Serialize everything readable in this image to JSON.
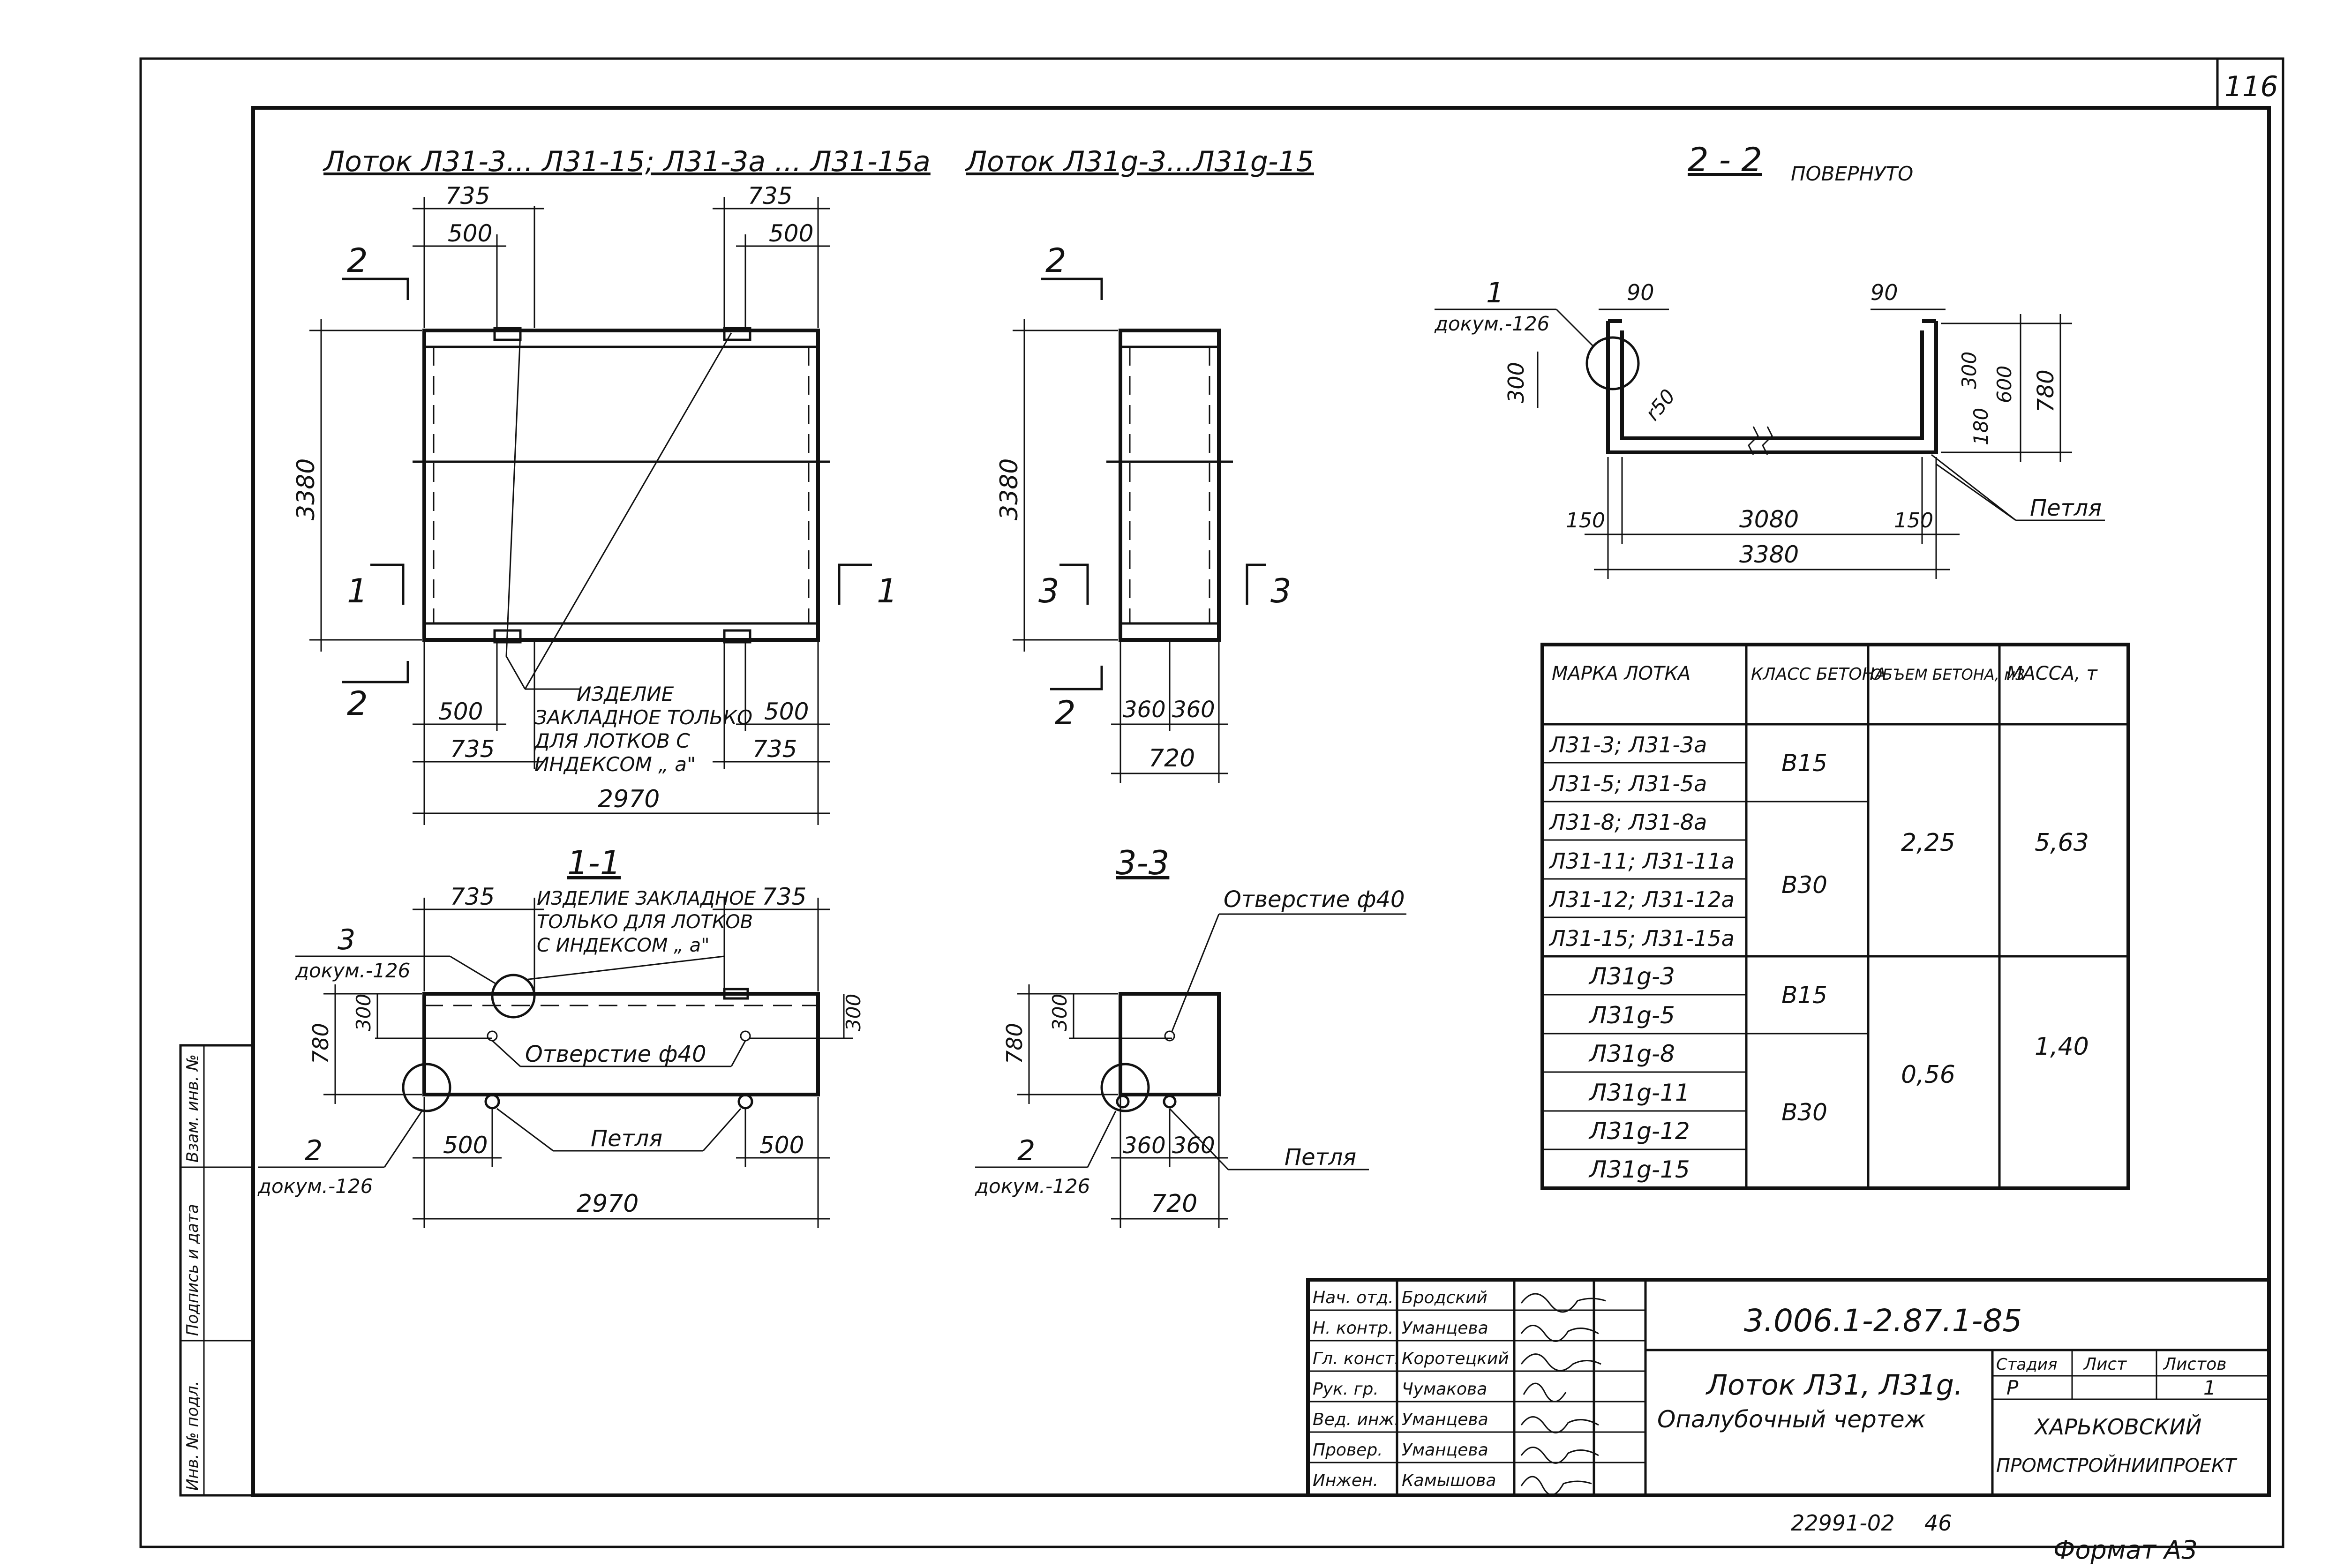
{
  "sheet_number": "116",
  "titles": {
    "view_a": "Лоток Л31-3... Л31-15; Л31-3а ... Л31-15а",
    "view_b": "Лоток Л31g-3...Л31g-15",
    "view_c": "2 - 2",
    "view_c_note": "ПОВЕРНУТО",
    "sec_1": "1-1",
    "sec_3": "3-3"
  },
  "view_a": {
    "dim_top_left_outer": "735",
    "dim_top_left_inner": "500",
    "dim_top_right_outer": "735",
    "dim_top_right_inner": "500",
    "dim_height": "3380",
    "dim_bot_left_inner": "500",
    "dim_bot_left_outer": "735",
    "dim_bot_right_inner": "500",
    "dim_bot_right_outer": "735",
    "dim_total": "2970",
    "cut_2": "2",
    "cut_1": "1",
    "note": [
      "ИЗДЕЛИЕ",
      "ЗАКЛАДНОЕ ТОЛЬКО",
      "ДЛЯ ЛОТКОВ С",
      "ИНДЕКСОМ „ а\""
    ]
  },
  "view_b": {
    "dim_height": "3380",
    "dim_half_left": "360",
    "dim_half_right": "360",
    "dim_total": "720",
    "cut_2": "2",
    "cut_3": "3"
  },
  "view_c": {
    "callout_num": "1",
    "callout_doc": "докум.-126",
    "dim_90_left": "90",
    "dim_90_right": "90",
    "dim_300_left": "300",
    "dim_r50": "r50",
    "dim_300_right": "300",
    "dim_600": "600",
    "dim_180": "180",
    "dim_780": "780",
    "dim_150_left": "150",
    "dim_inner": "3080",
    "dim_150_right": "150",
    "dim_total": "3380",
    "loop_label": "Петля"
  },
  "sec_1": {
    "dim_735_left": "735",
    "dim_735_right": "735",
    "note": [
      "ИЗДЕЛИЕ ЗАКЛАДНОЕ",
      "ТОЛЬКО ДЛЯ ЛОТКОВ",
      "С ИНДЕКСОМ „ а\""
    ],
    "callout3_num": "3",
    "callout3_doc": "докум.-126",
    "dim_780": "780",
    "dim_300_left": "300",
    "dim_300_right": "300",
    "hole_label": "Отверстие ф40",
    "loop_label": "Петля",
    "callout2_num": "2",
    "callout2_doc": "докум.-126",
    "dim_500_left": "500",
    "dim_500_right": "500",
    "dim_total": "2970"
  },
  "sec_3": {
    "hole_label": "Отверстие ф40",
    "dim_780": "780",
    "dim_300": "300",
    "callout2_num": "2",
    "callout2_doc": "докум.-126",
    "dim_half_left": "360",
    "dim_half_right": "360",
    "dim_total": "720",
    "loop_label": "Петля"
  },
  "spec_table": {
    "headers": [
      "МАРКА ЛОТКА",
      "КЛАСС БЕТОНА",
      "ОБЪЕМ БЕТОНА, м3",
      "МАССА, т"
    ],
    "marks": [
      "Л31-3; Л31-3а",
      "Л31-5; Л31-5а",
      "Л31-8; Л31-8а",
      "Л31-11; Л31-11а",
      "Л31-12; Л31-12а",
      "Л31-15; Л31-15а",
      "Л31g-3",
      "Л31g-5",
      "Л31g-8",
      "Л31g-11",
      "Л31g-12",
      "Л31g-15"
    ],
    "classes": [
      "В15",
      "В30",
      "В15",
      "В30"
    ],
    "volumes": [
      "2,25",
      "0,56"
    ],
    "masses": [
      "5,63",
      "1,40"
    ]
  },
  "title_block": {
    "signatures": [
      {
        "role": "Нач. отд.",
        "name": "Бродский"
      },
      {
        "role": "Н. контр.",
        "name": "Уманцева"
      },
      {
        "role": "Гл. конст.",
        "name": "Коротецкий"
      },
      {
        "role": "Рук. гр.",
        "name": "Чумакова"
      },
      {
        "role": "Вед. инж.",
        "name": "Уманцева"
      },
      {
        "role": "Провер.",
        "name": "Уманцева"
      },
      {
        "role": "Инжен.",
        "name": "Камышова"
      }
    ],
    "doc_code": "3.006.1-2.87.1-85",
    "title_line1": "Лоток Л31, Л31g.",
    "title_line2": "Опалубочный чертеж",
    "stage_label": "Стадия",
    "sheet_label": "Лист",
    "sheets_label": "Листов",
    "stage_value": "Р",
    "sheets_value": "1",
    "org_line1": "ХАРЬКОВСКИЙ",
    "org_line2": "ПРОМСТРОЙНИИПРОЕКТ"
  },
  "side_stamp": [
    "Инв. № подл.",
    "Подпись и дата",
    "Взам. инв. №"
  ],
  "footer": {
    "archive_number": "22991-02",
    "page_number": "46",
    "format": "Формат А3"
  }
}
